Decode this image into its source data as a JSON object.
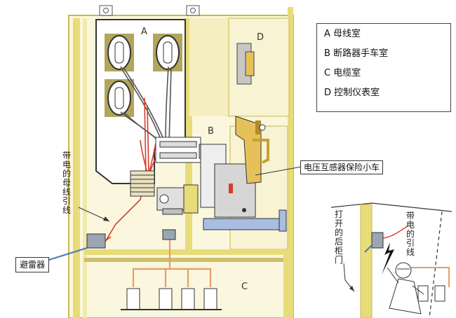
{
  "legend": {
    "items": [
      {
        "letter": "A",
        "text": "母线室"
      },
      {
        "letter": "B",
        "text": "断路器手车室"
      },
      {
        "letter": "C",
        "text": "电缆室"
      },
      {
        "letter": "D",
        "text": "控制仪表室"
      }
    ]
  },
  "rooms": {
    "a": "A",
    "b": "B",
    "c": "C",
    "d": "D"
  },
  "callouts": {
    "vt_cart": "电压互感器保险小车",
    "arrester": "避雷器"
  },
  "notes": {
    "busbar_lead": "带电的母线引线",
    "open_rear_door": "打开的后柜门",
    "inset_lead": "带电的引线"
  },
  "colors": {
    "cabinet_frame": "#e8dc7a",
    "lead_red": "#d93a2b",
    "orange_wire": "#e0a06a",
    "bushing_olive": "#b3a55a",
    "blue_cart": "#a7bde2",
    "blue_cable": "#4a78c2",
    "grey_panel": "#d6d6d6"
  }
}
